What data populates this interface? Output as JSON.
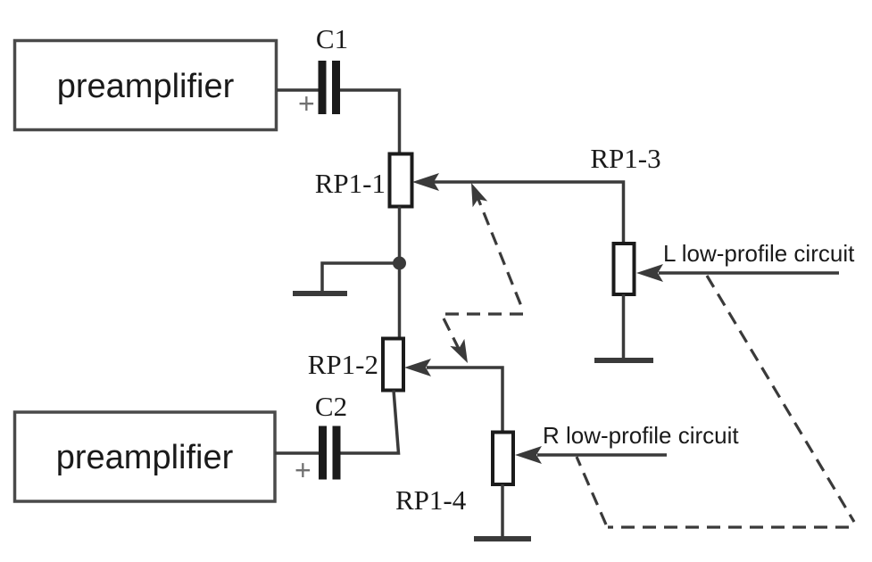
{
  "colors": {
    "line": "#3a3a3a",
    "component": "#1b1b1b",
    "pot_fill": "#c4c4c4",
    "box_border": "#4a4a4a",
    "text": "#1a1a1a",
    "plus": "#707070",
    "background": "#ffffff"
  },
  "blocks": {
    "preamp_top": "preamplifier",
    "preamp_bottom": "preamplifier"
  },
  "capacitors": {
    "c1": "C1",
    "c1_polarity": "+",
    "c2": "C2",
    "c2_polarity": "+"
  },
  "potentiometers": {
    "rp1_1": "RP1-1",
    "rp1_2": "RP1-2",
    "rp1_3": "RP1-3",
    "rp1_4": "RP1-4"
  },
  "annotations": {
    "l_circuit": "L low-profile circuit",
    "r_circuit": "R low-profile circuit"
  }
}
